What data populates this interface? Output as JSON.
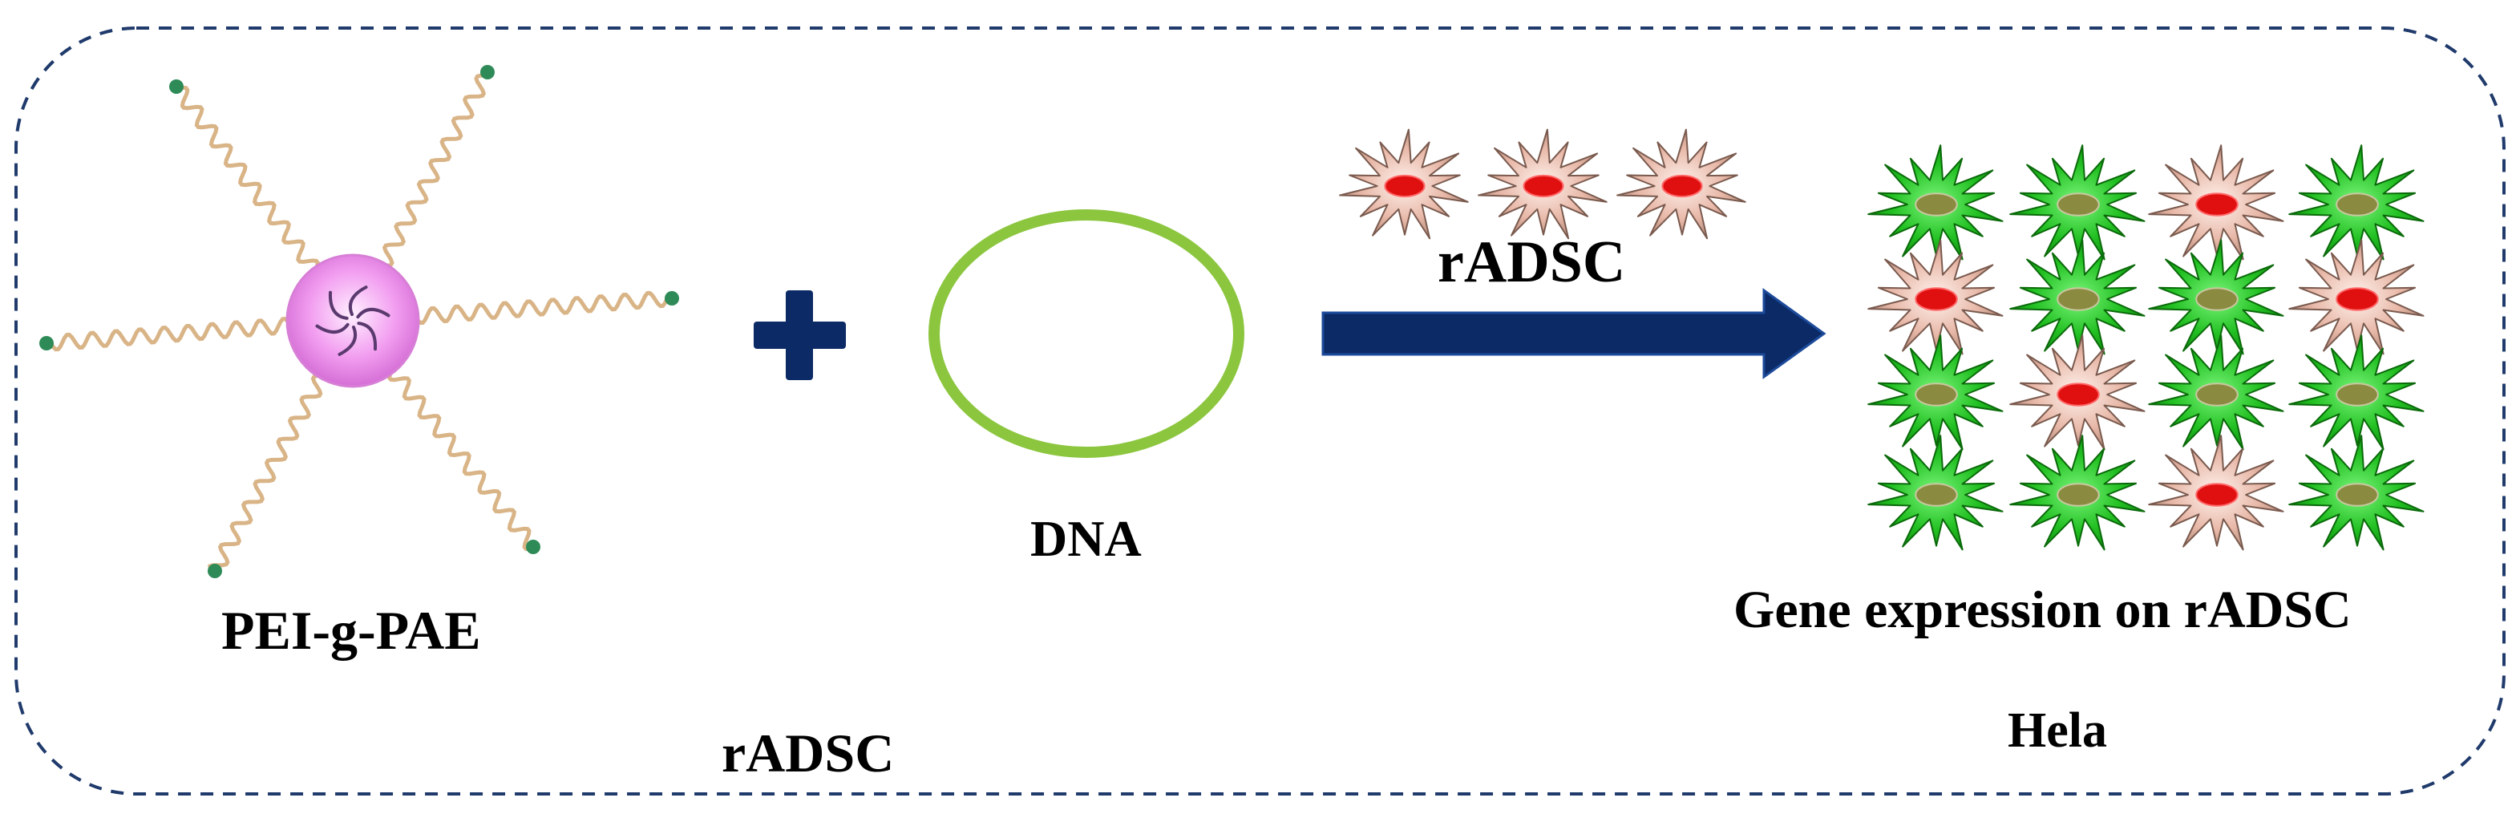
{
  "labels": {
    "polymer": "PEI-g-PAE",
    "dna": "DNA",
    "cell_top": "rADSC",
    "gene_expression": "Gene expression on rADSC",
    "bottom_left": "rADSC",
    "bottom_right": "Hela"
  },
  "grid": {
    "rows": [
      [
        "green",
        "green",
        "pink",
        "green"
      ],
      [
        "pink",
        "green",
        "green",
        "pink"
      ],
      [
        "green",
        "pink",
        "green",
        "green"
      ],
      [
        "green",
        "green",
        "pink",
        "green"
      ]
    ]
  },
  "colors": {
    "border": "#1f3a6b",
    "arrow": "#0b2a66",
    "plus": "#0b2a66",
    "dna_ring": "#8cc63f",
    "core": "#ee9cee",
    "chain": "#d9b487",
    "chain_end": "#2e8b57",
    "cell_green": "#22c022",
    "cell_pink": "#e8b8a8",
    "nucleus_red": "#e01010",
    "nucleus_olive": "#8a8a40"
  },
  "icons": {
    "plus": "plus-icon",
    "arrow": "arrow-right-icon",
    "ring": "dna-plasmid-ring",
    "cell": "cell-icon"
  }
}
